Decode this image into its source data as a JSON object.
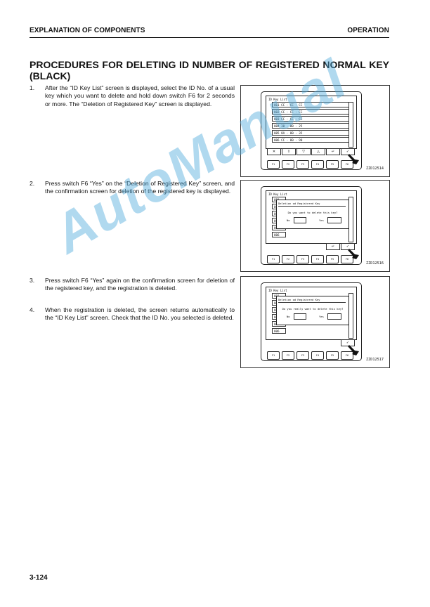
{
  "header": {
    "left": "EXPLANATION OF COMPONENTS",
    "right": "OPERATION"
  },
  "title": "PROCEDURES FOR DELETING ID NUMBER OF REGISTERED NORMAL KEY (BLACK)",
  "steps": [
    {
      "num": "1.",
      "text": "After the “ID Key List” screen is displayed, select the ID No. of a usual key which you want to delete and hold down switch F6 for 2 seconds or more. The “Deletion of Registered Key” screen is displayed."
    },
    {
      "num": "2.",
      "text": "Press switch F6 “Yes” on the “Deletion of Registered Key” screen, and the confirmation screen for deletion of the registered key is displayed."
    },
    {
      "num": "3.",
      "text": "Press switch F6 “Yes” again on the confirmation screen for deletion of the registered key, and the registration is deleted."
    },
    {
      "num": "4.",
      "text": "When the registration is deleted, the screen returns automatically to the “ID Key List” screen. Check that the ID No. you selected is deleted."
    }
  ],
  "figures": {
    "fig1": {
      "screen_title": "ID Key List",
      "rows": [
        "001  CC - CC - CC",
        "002  CC - CC - CC",
        "003  CC - CC - CC",
        "004  30 - 80 - 25",
        "005  8A - 80 - 35",
        "006  CC - 80 - 90"
      ],
      "code": "ZZD12514"
    },
    "fig2": {
      "screen_title": "ID Key List",
      "dialog_title": "Deletion od Registered Key",
      "question": "Do you want to delete this key?",
      "no_label": "No",
      "yes_label": "Yes",
      "ids": [
        "001",
        "002",
        "003",
        "004",
        "005",
        "006"
      ],
      "code": "ZZD12516"
    },
    "fig3": {
      "screen_title": "ID Key List",
      "dialog_title": "Deletion od Registered Key",
      "question": "Do you really want to delete this key?",
      "no_label": "No",
      "yes_label": "Yes",
      "ids": [
        "001",
        "002",
        "003",
        "004",
        "005",
        "006"
      ],
      "code": "ZZD12517"
    },
    "icons": [
      "✕",
      "⇳",
      "▽",
      "△",
      "↵",
      "✓"
    ],
    "keys": [
      "F1",
      "F2",
      "F3",
      "F4",
      "F5",
      "F6"
    ]
  },
  "watermark": "AutoManual",
  "page_number": "3-124"
}
